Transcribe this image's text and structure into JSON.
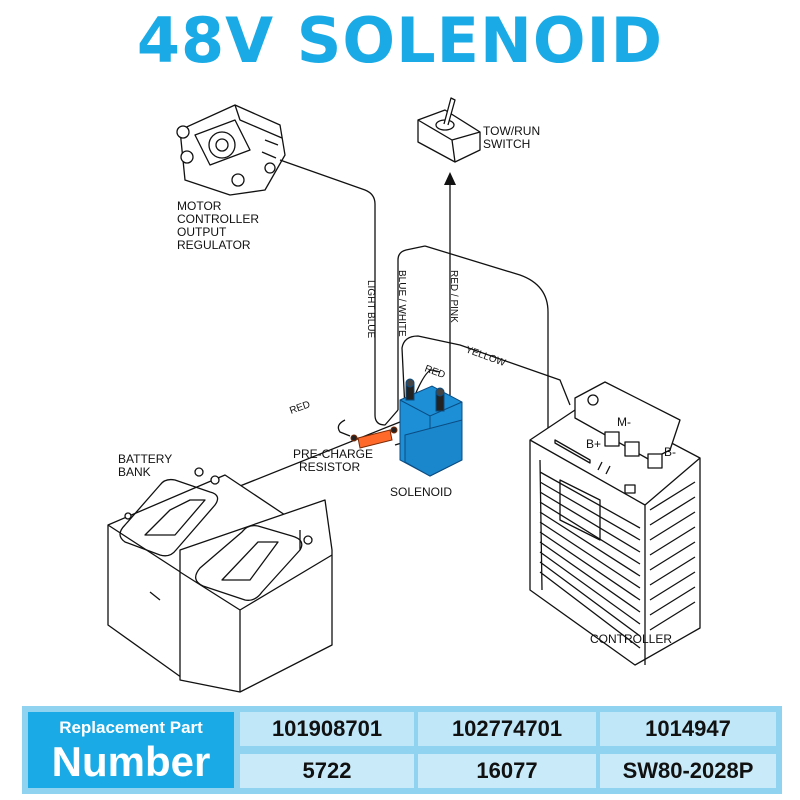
{
  "title": "48V SOLENOID",
  "labels": {
    "motor_controller": [
      "MOTOR",
      "CONTROLLER",
      "OUTPUT",
      "REGULATOR"
    ],
    "tow_run": [
      "TOW/RUN",
      "SWITCH"
    ],
    "battery": [
      "BATTERY",
      "BANK"
    ],
    "precharge": [
      "PRE-CHARGE",
      "RESISTOR"
    ],
    "solenoid": "SOLENOID",
    "controller": "CONTROLLER",
    "b_plus": "B+",
    "m_minus": "M-",
    "b_minus": "B-"
  },
  "wires": {
    "light_blue": "LIGHT BLUE",
    "blue_white": "BLUE / WHITE",
    "red_pink": "RED / PINK",
    "yellow": "YELLOW",
    "red_top": "RED",
    "red_left": "RED"
  },
  "parts": {
    "header_line1": "Replacement Part",
    "header_line2": "Number",
    "numbers": [
      "101908701",
      "102774701",
      "1014947",
      "5722",
      "16077",
      "SW80-2028P"
    ]
  },
  "colors": {
    "accent": "#1aabe6",
    "solenoid": "#1c8fd6",
    "resistor": "#ff6a2b"
  }
}
